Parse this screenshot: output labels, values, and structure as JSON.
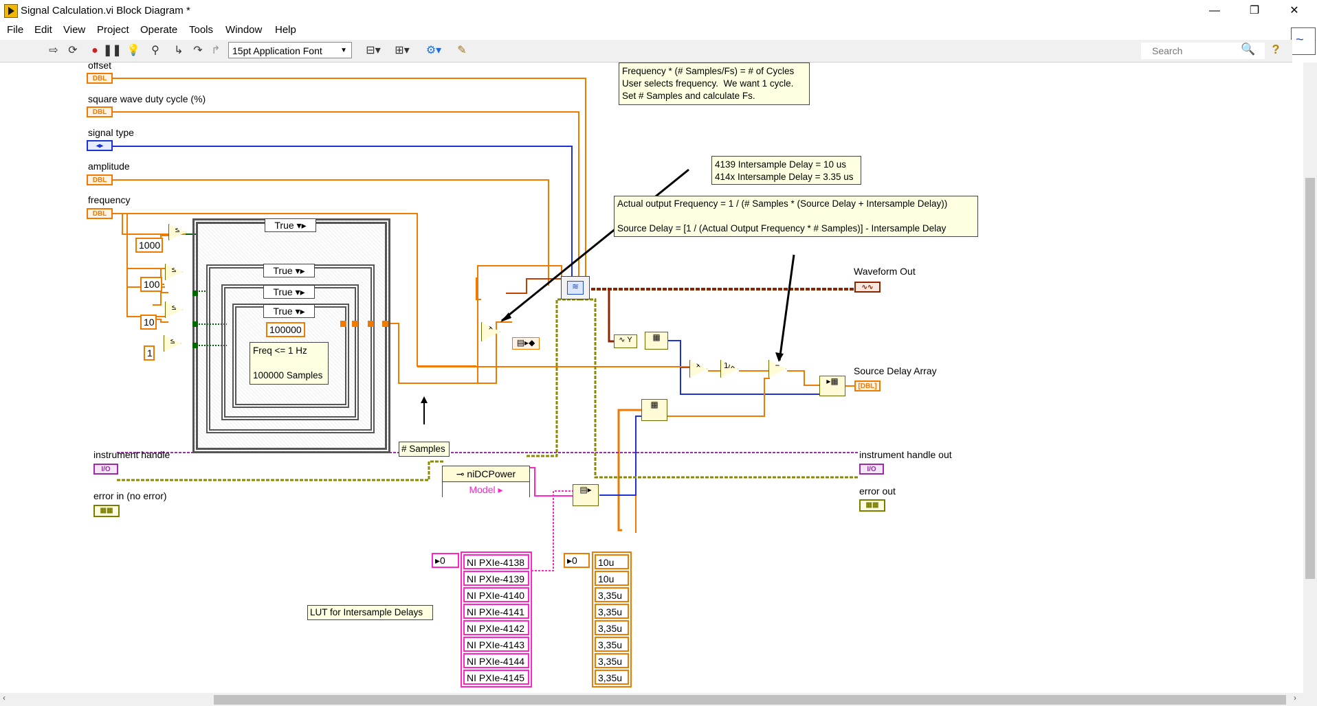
{
  "window": {
    "title": "Signal Calculation.vi Block Diagram *",
    "controls": [
      "—",
      "❐",
      "✕"
    ]
  },
  "menu": [
    "File",
    "Edit",
    "View",
    "Project",
    "Operate",
    "Tools",
    "Window",
    "Help"
  ],
  "toolbar": {
    "font": "15pt Application Font",
    "search_placeholder": "Search",
    "icons": [
      "run-arrow-icon",
      "run-continuously-icon",
      "abort-icon",
      "pause-icon",
      "highlight-execution-icon",
      "retain-wire-values-icon",
      "step-into-icon",
      "step-over-icon",
      "step-out-icon",
      "align-objects-icon",
      "distribute-objects-icon",
      "reorder-icon",
      "clean-up-diagram-icon"
    ]
  },
  "terminals": {
    "offset": "offset",
    "duty": "square wave duty cycle (%)",
    "signal_type": "signal type",
    "amplitude": "amplitude",
    "frequency": "frequency",
    "instrument_handle": "instrument handle",
    "error_in": "error in (no error)",
    "waveform_out": "Waveform Out",
    "source_delay_array": "Source Delay Array",
    "instrument_handle_out": "instrument handle out",
    "error_out": "error out",
    "dbl_tag": "DBL",
    "io_tag": "I/O",
    "enum_tag": "◂▸"
  },
  "constants": {
    "c1000": "1000",
    "c100": "100",
    "c10": "10",
    "c1": "1",
    "c100000": "100000",
    "index_pink": "0",
    "index_orange": "0"
  },
  "case_structures": [
    "True",
    "True",
    "True",
    "True"
  ],
  "case_note": [
    "Freq <= 1 Hz",
    "100000 Samples"
  ],
  "notes": {
    "cycles": [
      "Frequency * (# Samples/Fs) = # of Cycles",
      "",
      "User selects frequency.  We want 1 cycle.",
      "Set # Samples and calculate Fs."
    ],
    "intersample": [
      "4139 Intersample Delay = 10 us",
      "414x Intersample Delay = 3.35 us"
    ],
    "actual_freq": [
      "Actual output Frequency = 1 / (# Samples * (Source Delay + Intersample Delay))",
      "",
      "Source Delay = [1 / (Actual Output Frequency * # Samples)] - Intersample Delay"
    ],
    "samples": "# Samples",
    "lut": "LUT for Intersample Delays"
  },
  "property_node": {
    "class": "niDCPower",
    "property": "Model"
  },
  "model_array": [
    "NI PXIe-4138",
    "NI PXIe-4139",
    "NI PXIe-4140",
    "NI PXIe-4141",
    "NI PXIe-4142",
    "NI PXIe-4143",
    "NI PXIe-4144",
    "NI PXIe-4145"
  ],
  "delay_array": [
    "10u",
    "10u",
    "3,35u",
    "3,35u",
    "3,35u",
    "3,35u",
    "3,35u",
    "3,35u"
  ],
  "colors": {
    "dbl_wire": "#f07a00",
    "enum_wire": "#1b32d8",
    "io_wire": "#9a2aa8",
    "error_wire": "#8a8a00",
    "string_wire": "#ff23c8",
    "waveform_wire": "#8b2500",
    "bool_wire": "#006600"
  }
}
